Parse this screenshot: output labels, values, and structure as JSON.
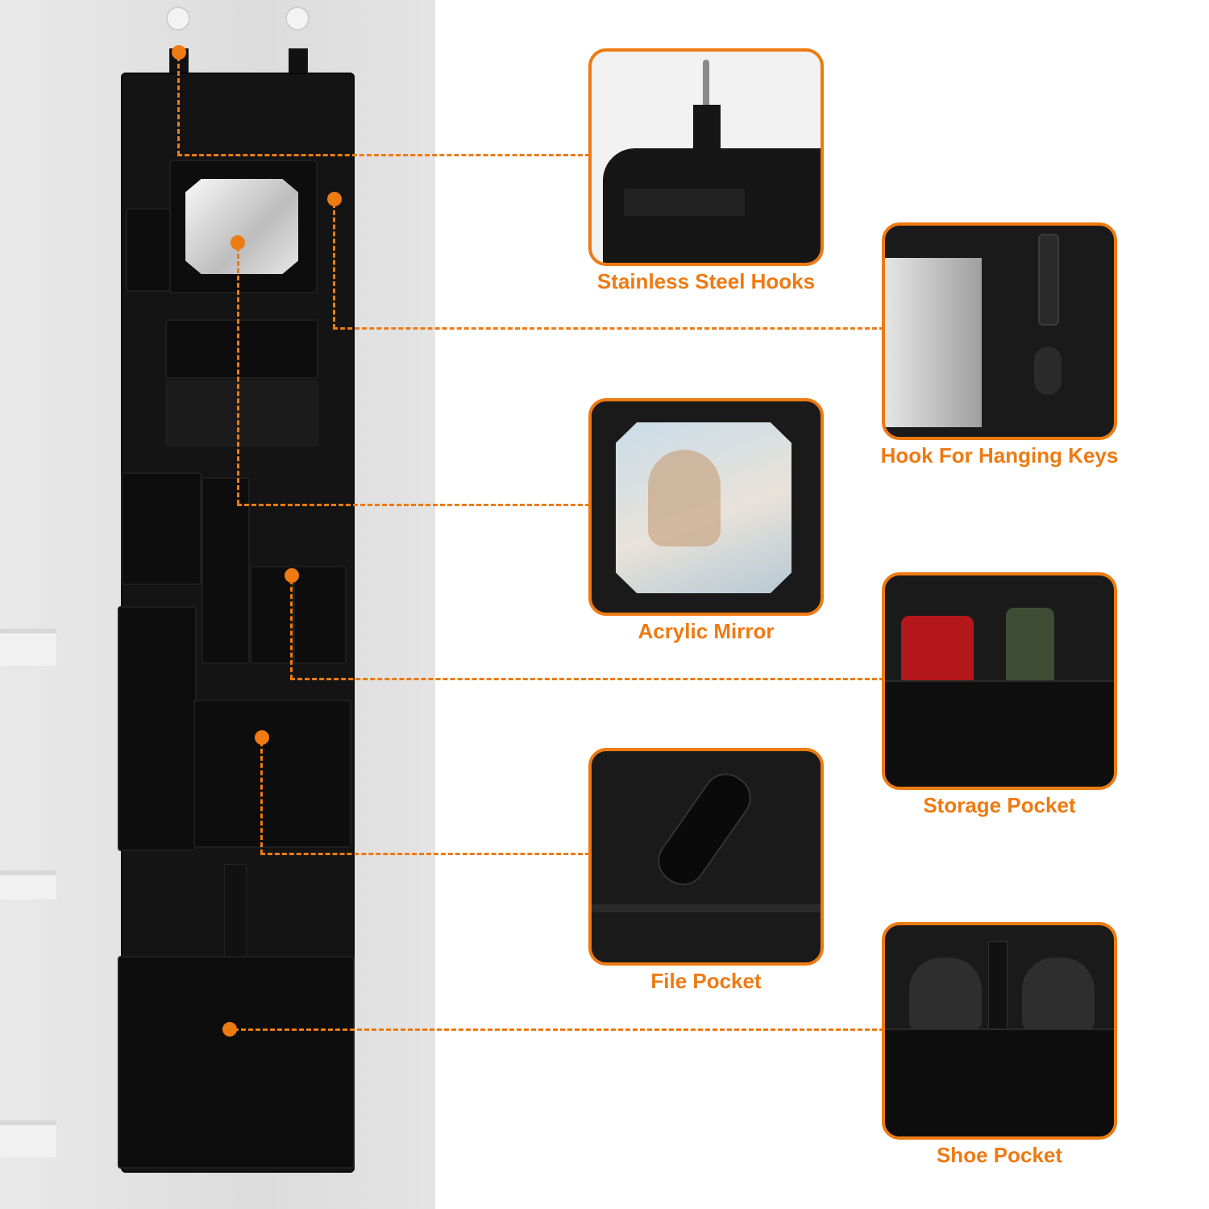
{
  "colors": {
    "accent": "#ee7a12",
    "product": "#141414",
    "background": "#ffffff"
  },
  "features": [
    {
      "id": "hooks",
      "label": "Stainless Steel Hooks",
      "icon": "hook-icon"
    },
    {
      "id": "keys",
      "label": "Hook For Hanging Keys",
      "icon": "key-hook-icon"
    },
    {
      "id": "mirror",
      "label": "Acrylic Mirror",
      "icon": "mirror-icon"
    },
    {
      "id": "storage",
      "label": "Storage Pocket",
      "icon": "bottle-icon"
    },
    {
      "id": "file",
      "label": "File Pocket",
      "icon": "umbrella-icon"
    },
    {
      "id": "shoe",
      "label": "Shoe Pocket",
      "icon": "shoe-icon"
    }
  ]
}
